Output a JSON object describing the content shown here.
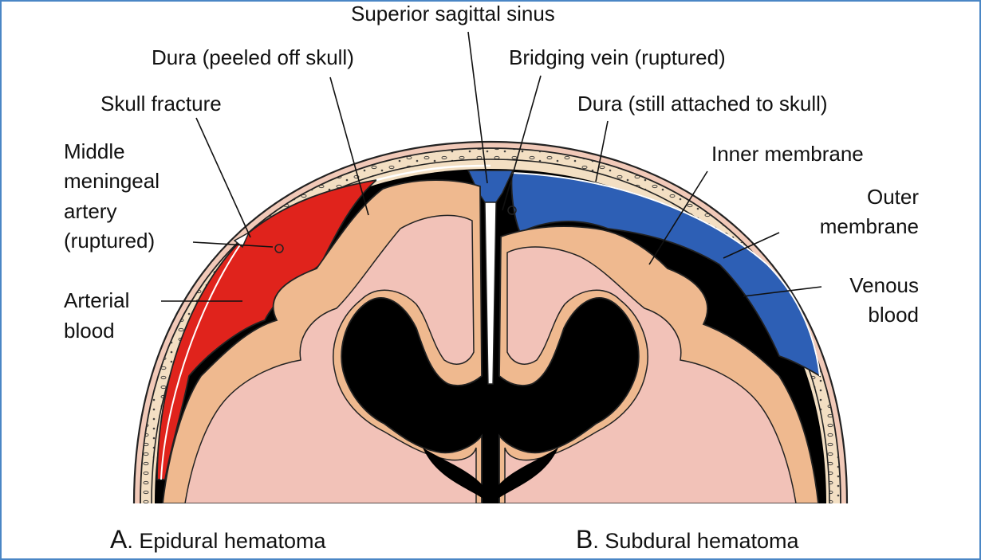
{
  "labels": {
    "superior_sagittal_sinus": "Superior sagittal sinus",
    "dura_peeled": "Dura (peeled off skull)",
    "bridging_vein": "Bridging vein (ruptured)",
    "skull_fracture": "Skull fracture",
    "dura_attached": "Dura (still attached to skull)",
    "middle_meningeal_artery": [
      "Middle",
      "meningeal",
      "artery",
      "(ruptured)"
    ],
    "inner_membrane": "Inner membrane",
    "outer_membrane": [
      "Outer",
      "membrane"
    ],
    "arterial_blood": [
      "Arterial",
      "blood"
    ],
    "venous_blood": [
      "Venous",
      "blood"
    ]
  },
  "captions": {
    "a_letter": "A",
    "a_text": ". Epidural hematoma",
    "b_letter": "B",
    "b_text": ". Subdural hematoma"
  },
  "colors": {
    "frame_border": "#4a86c5",
    "skull": "#f3dfc3",
    "scalp": "#f1c9b8",
    "brain": "#f2c2b8",
    "cortex": "#efb98f",
    "arterial_blood": "#e0231c",
    "venous_blood": "#2d5fb5",
    "csf_space": "#000000"
  }
}
